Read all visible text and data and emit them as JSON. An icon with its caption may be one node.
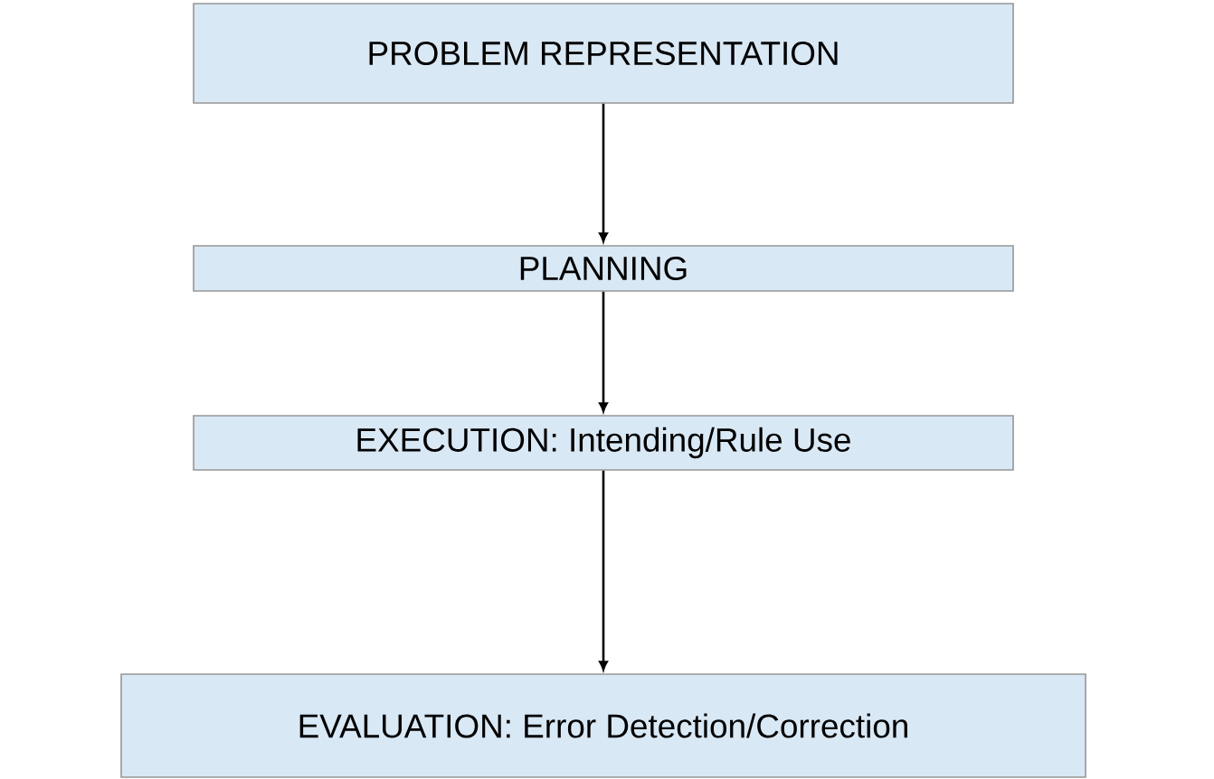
{
  "diagram": {
    "nodes": [
      {
        "text": [
          "PROBLEM REPRESENTATION"
        ]
      },
      {
        "text": [
          "PLANNING"
        ]
      },
      {
        "text": [
          "EXECUTION: Intending/Rule Use"
        ]
      },
      {
        "text": [
          "EVALUATION: Error Detection/Correction"
        ]
      }
    ],
    "edges": [
      {
        "from": 0,
        "to": 1,
        "arrow": "to"
      },
      {
        "from": 1,
        "to": 2,
        "arrow": "to"
      },
      {
        "from": 2,
        "to": 3,
        "arrow": "to"
      }
    ]
  }
}
